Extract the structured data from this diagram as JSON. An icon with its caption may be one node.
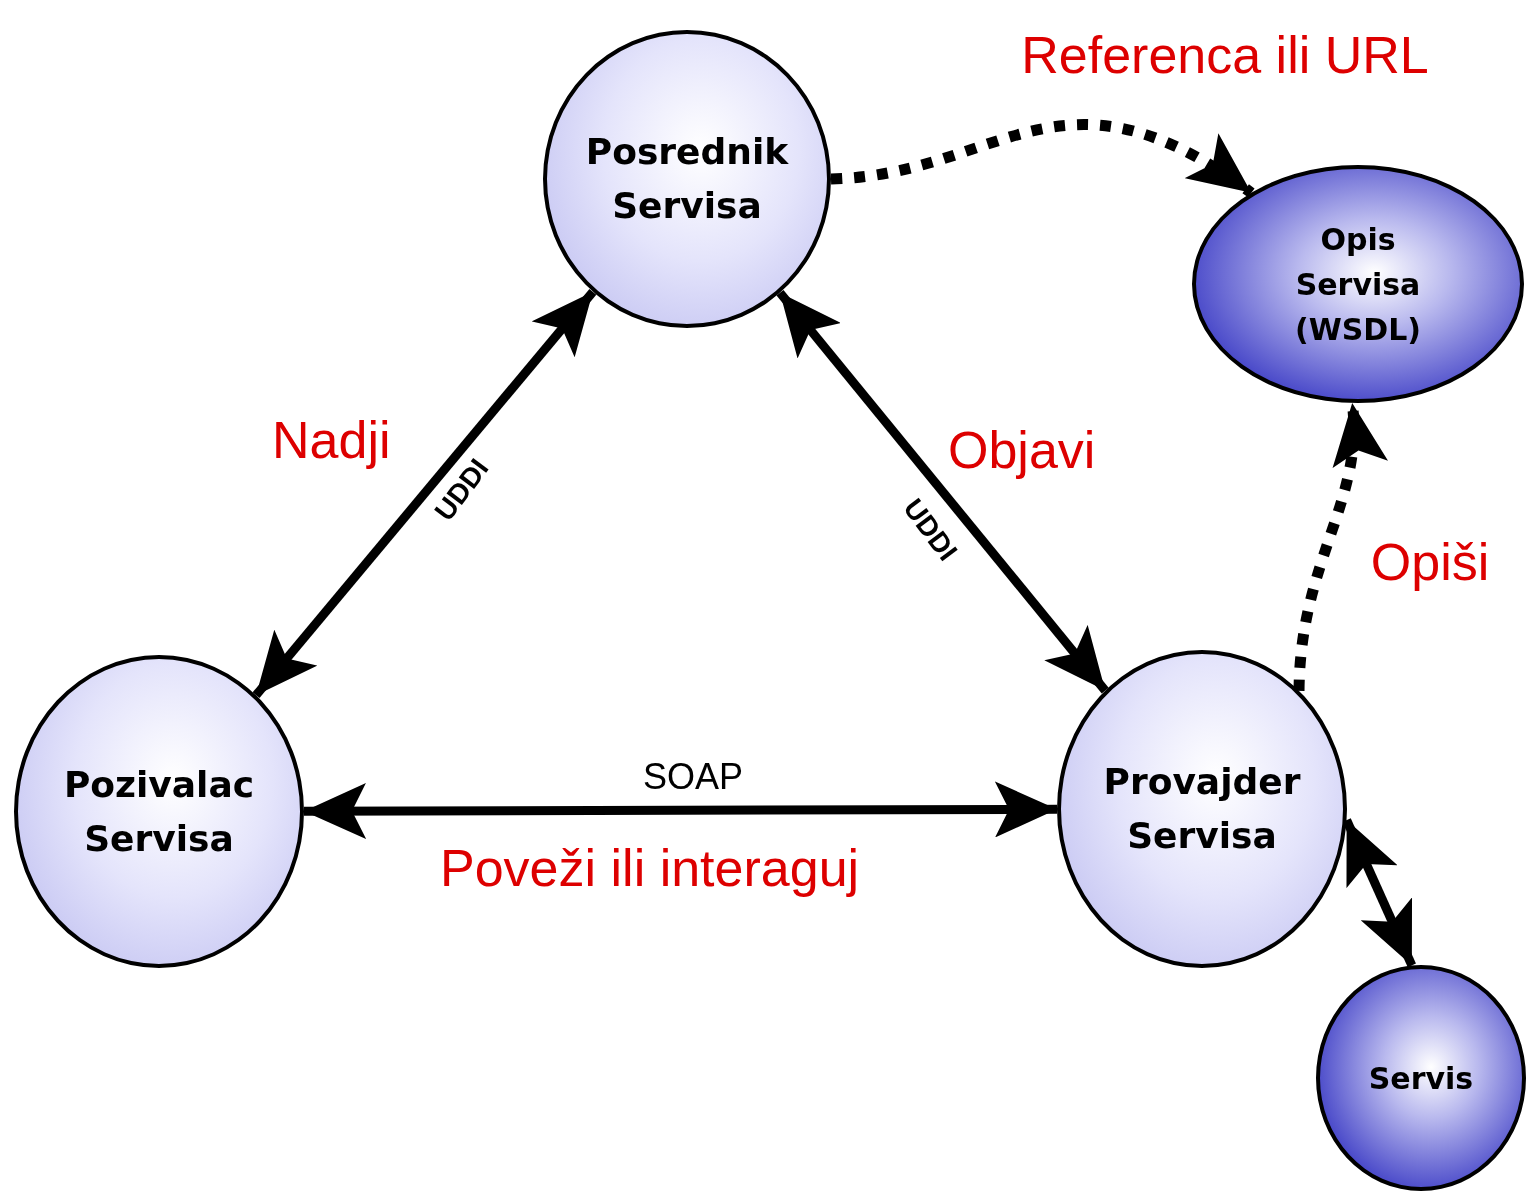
{
  "diagram": {
    "nodes": [
      {
        "text": [
          "Posrednik Servisa"
        ]
      },
      {
        "text": [
          "Opis Servisa (WSDL)"
        ]
      },
      {
        "text": [
          "Pozivalac Servisa"
        ]
      },
      {
        "text": [
          "Provajder Servisa"
        ]
      },
      {
        "text": [
          "Servis"
        ]
      }
    ],
    "edges": [
      {
        "from": 0,
        "to": 1,
        "arrow": "to",
        "style": "dashed",
        "label": "Referenca ili URL"
      },
      {
        "from": 2,
        "to": 0,
        "arrow": "both",
        "label": "UDDI"
      },
      {
        "from": 0,
        "to": 3,
        "arrow": "both",
        "label": "UDDI"
      },
      {
        "from": 2,
        "to": 3,
        "arrow": "both",
        "label": "SOAP"
      },
      {
        "from": 3,
        "to": 1,
        "arrow": "to",
        "style": "dashed",
        "label": "Opiši"
      },
      {
        "from": 3,
        "to": 4,
        "arrow": "both"
      }
    ],
    "labels": [
      "Nadji",
      "Objavi",
      "Poveži ili interaguj"
    ]
  }
}
